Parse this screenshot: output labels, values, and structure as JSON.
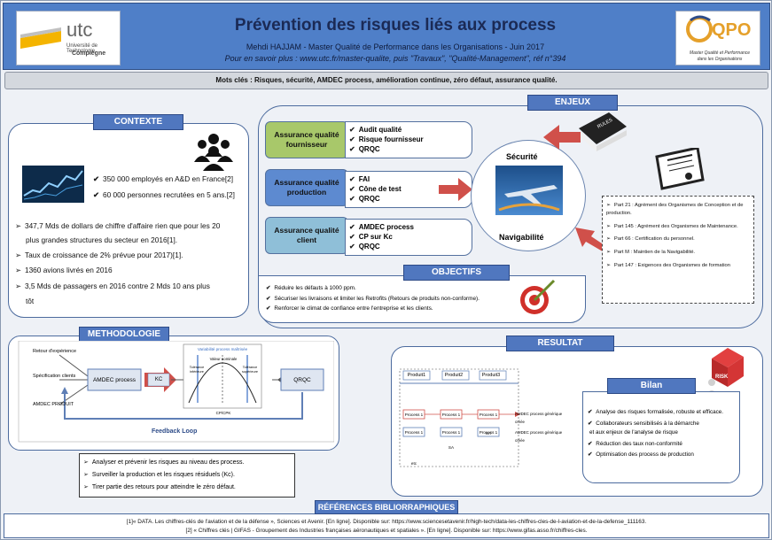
{
  "header": {
    "title": "Prévention des risques liés aux process",
    "author": "Mehdi HAJJAM - Master Qualité de Performance dans les Organisations - Juin 2017",
    "more": "Pour en savoir plus : www.utc.fr/master-qualite, puis \"Travaux\", \"Qualité-Management\", réf n°394",
    "utc_logo": "utc",
    "utc_sub1": "Université de Technologie",
    "utc_sub2": "Compiègne",
    "qpo_logo": "QPO",
    "qpo_sub1": "Master Qualité et Performance",
    "qpo_sub2": "dans les Organisations"
  },
  "keywords": "Mots clés : Risques, sécurité, AMDEC process, amélioration continue, zéro défaut, assurance qualité.",
  "sections": {
    "contexte": "CONTEXTE",
    "enjeux": "ENJEUX",
    "objectifs": "OBJECTIFS",
    "methodologie": "METHODOLOGIE",
    "resultat": "RESULTAT",
    "bilan": "Bilan",
    "references": "RÉFÉRENCES BIBLIORRAPHIQUES"
  },
  "contexte": {
    "lines": [
      "350 000 employés en A&D en France[2]",
      "60 000 personnes recrutées en 5 ans.[2]",
      "347,7 Mds de dollars de chiffre d'affaire rien que pour les 20",
      "plus grandes structures du secteur en 2016[1].",
      "Taux de croissance de 2% prévue pour 2017)[1].",
      "1360 avions livrés en  2016",
      "3,5 Mds de passagers en 2016 contre 2 Mds 10 ans plus",
      "tôt"
    ]
  },
  "enjeux": {
    "aq": [
      {
        "label": "Assurance qualité fournisseur",
        "items": [
          "Audit qualité",
          "Risque fournisseur",
          "QRQC"
        ],
        "color": "#a8c86a"
      },
      {
        "label": "Assurance qualité production",
        "items": [
          "FAI",
          "Cône de test",
          "QRQC"
        ],
        "color": "#5d8ad0"
      },
      {
        "label": "Assurance qualité client",
        "items": [
          "AMDEC process",
          "CP sur Kc",
          "QRQC"
        ],
        "color": "#8fbfd8"
      }
    ],
    "securite": "Sécurité",
    "navigabilite": "Navigabilité",
    "rules": "RULES",
    "parts": [
      "Part 21 :  Agrément des Organismes de Conception et de production.",
      "Part 145 :  Agrément des Organismes de Maintenance.",
      "Part 66 : Certification du personnel.",
      "Part M : Maintien de la Navigabilité.",
      "Part 147 : Exigences des Organismes de formation"
    ]
  },
  "objectifs": {
    "items": [
      "Réduire les défauts à 1000 ppm.",
      "Sécuriser les livraisons et limiter les Retrofits (Retours de produits non-conforme).",
      "Renforcer le climat de confiance entre l'entreprise et les clients."
    ],
    "retrofits_word": "Retrofits"
  },
  "methodologie": {
    "retour": "Retour d'expérience",
    "specif": "Spécification clients",
    "amdec_produit": "AMDEC PRODUIT",
    "amdec_process": "AMDEC process",
    "kc": "KC",
    "qrqc": "QRQC",
    "feedback": "Feedback Loop",
    "bell_title": "Variabilité process maîtrisée",
    "valeur": "Valeur nominale",
    "tol_inf": "Tolérance inférieure",
    "tol_sup": "Tolérance supérieure",
    "cp": "CP/CPK",
    "bullets": [
      "Analyser et prévenir les risques au niveau  des process.",
      "Surveiller la production et les risques résiduels (Kc).",
      "Tirer partie des retours pour atteindre le zéro défaut."
    ]
  },
  "resultat": {
    "produits": [
      "Produit1",
      "Produit2",
      "Produit3"
    ],
    "process": [
      "Process 1",
      "Process 1",
      "Process 1",
      "Process 1",
      "Process 1",
      "Process 1"
    ],
    "amdec_generique": "AMDEC process générique créée",
    "amdec_generique2": "AMDEC process générique créée",
    "sa1": "SA",
    "sa2": "SA",
    "etc": "etc",
    "risk": "RISK",
    "bilan": [
      "Analyse des risques formalisée, robuste et efficace.",
      "Collaborateurs sensibilisés à la démarche",
      "et aux enjeux de l'analyse de risque",
      "Réduction des taux non-conformité",
      "Optimisation des process de production"
    ]
  },
  "references": [
    "[1]« DATA. Les chiffres-clés de l'aviation et de la défense », Sciences et Avenir. [En ligne]. Disponible sur: https://www.sciencesetavenir.fr/high-tech/data-les-chiffres-cles-de-l-aviation-et-de-la-defense_111163.",
    "[2] « Chiffres clés | GIFAS - Groupement des Industries françaises aéronautiques et spatiales ». [En ligne]. Disponible sur: https://www.gifas.asso.fr/chiffres-cles."
  ],
  "colors": {
    "header_bg": "#4f7fc8",
    "section_bg": "#5077bf",
    "arrow_red": "#d0504a"
  }
}
